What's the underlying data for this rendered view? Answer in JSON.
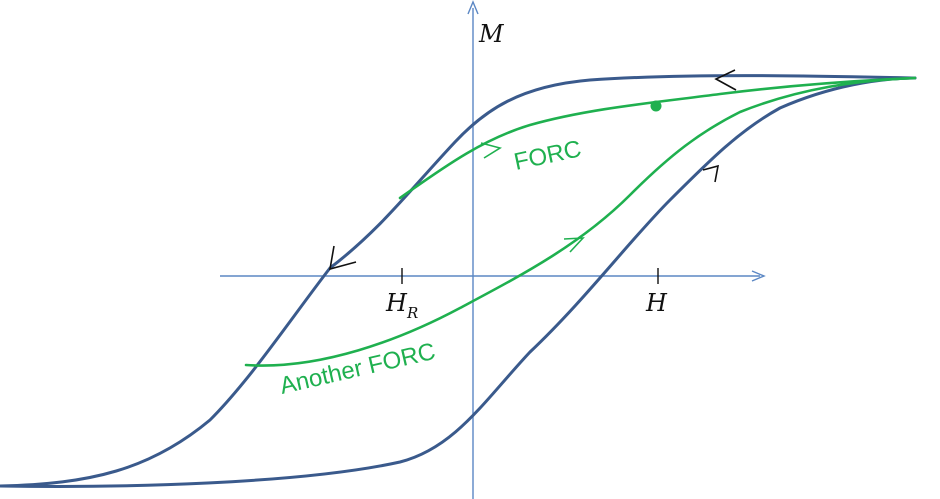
{
  "labels": {
    "m_axis": "M",
    "h_axis": "H",
    "h_reversal_main": "H",
    "h_reversal_sub": "R",
    "forc": "FORC",
    "another_forc": "Another FORC"
  },
  "colors": {
    "major_loop": "#3a5a8c",
    "forc": "#1fb04f",
    "axis": "#5b87c4",
    "arrow": "#111111"
  }
}
